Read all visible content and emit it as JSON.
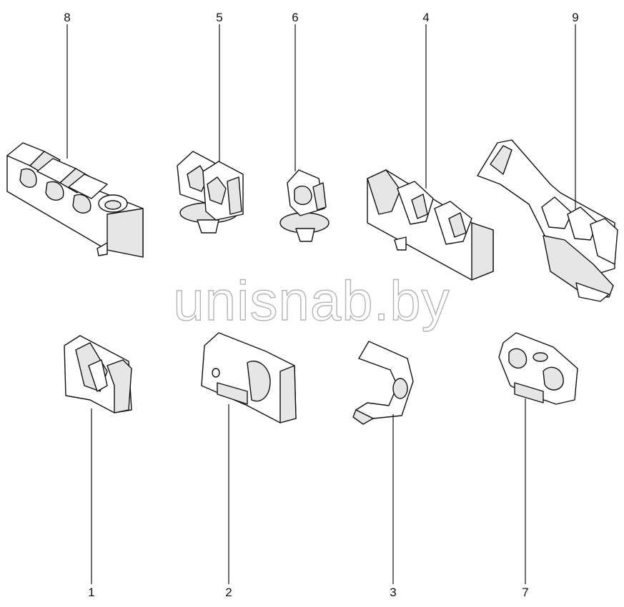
{
  "callouts": {
    "c8": "8",
    "c5": "5",
    "c6": "6",
    "c4": "4",
    "c9": "9",
    "c1": "1",
    "c2": "2",
    "c3": "3",
    "c7": "7"
  },
  "watermark": "unisnab.by"
}
